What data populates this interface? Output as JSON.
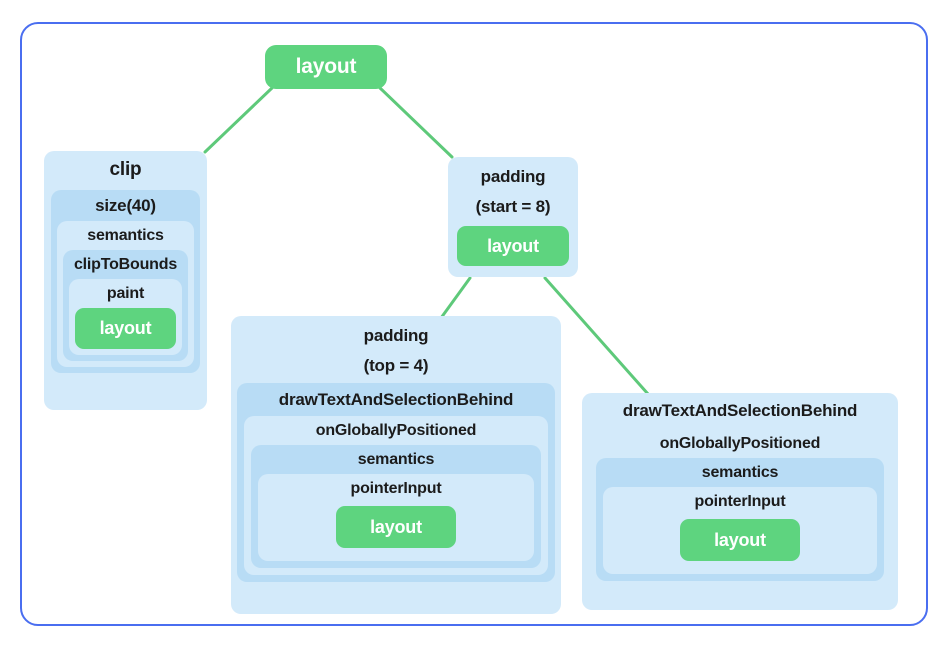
{
  "diagram": {
    "type": "tree",
    "title": "",
    "colors": {
      "frame_border": "#4a6ef0",
      "edge": "#5ec97a",
      "node_light": "#d3eafa",
      "node_medium": "#b8dcf5",
      "layout_green": "#5ed47f",
      "text": "#1b1b1b",
      "green_text": "#ffffff",
      "background": "#ffffff"
    },
    "root": {
      "label": "layout",
      "kind": "layout"
    },
    "left_branch": {
      "label": "clip",
      "chain": [
        {
          "label": "size(40)",
          "kind": "modifier"
        },
        {
          "label": "semantics",
          "kind": "modifier"
        },
        {
          "label": "clipToBounds",
          "kind": "modifier"
        },
        {
          "label": "paint",
          "kind": "modifier"
        },
        {
          "label": "layout",
          "kind": "layout"
        }
      ]
    },
    "right_branch": {
      "label": "padding",
      "label_line2": "(start = 8)",
      "inner_layout": "layout"
    },
    "middle_cluster": {
      "label": "padding",
      "label_line2": "(top = 4)",
      "chain": [
        {
          "label": "drawTextAndSelectionBehind",
          "kind": "modifier"
        },
        {
          "label": "onGloballyPositioned",
          "kind": "modifier"
        },
        {
          "label": "semantics",
          "kind": "modifier"
        },
        {
          "label": "pointerInput",
          "kind": "modifier"
        },
        {
          "label": "layout",
          "kind": "layout"
        }
      ]
    },
    "right_cluster": {
      "label": "drawTextAndSelectionBehind",
      "chain": [
        {
          "label": "onGloballyPositioned",
          "kind": "modifier"
        },
        {
          "label": "semantics",
          "kind": "modifier"
        },
        {
          "label": "pointerInput",
          "kind": "modifier"
        },
        {
          "label": "layout",
          "kind": "layout"
        }
      ]
    },
    "edges": [
      {
        "from": "layout",
        "to": "clip"
      },
      {
        "from": "layout",
        "to": "padding (start = 8)"
      },
      {
        "from": "padding (start = 8)",
        "to": "padding (top = 4)"
      },
      {
        "from": "padding (start = 8)",
        "to": "drawTextAndSelectionBehind"
      }
    ]
  }
}
